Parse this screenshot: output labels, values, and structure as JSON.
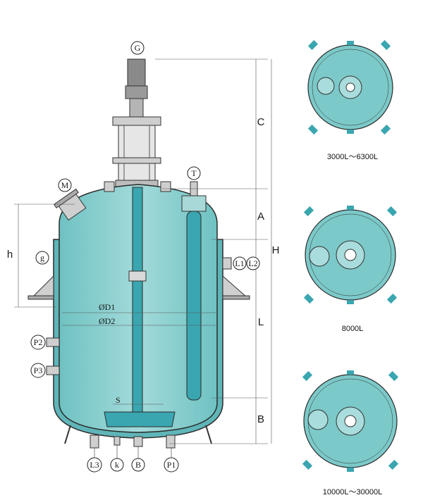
{
  "vessel": {
    "top_motor": "G",
    "manhole": "M",
    "thermometer": "T",
    "sight_glass": "g",
    "level_ports": [
      "L1",
      "L2"
    ],
    "jacket_ports": [
      "P2",
      "P3"
    ],
    "bottom_ports": [
      "L3",
      "k",
      "B",
      "P1"
    ],
    "dimensions": {
      "C": "C",
      "A": "A",
      "L": "L",
      "B": "B",
      "H": "H",
      "h": "h",
      "S": "S",
      "D1": "ØD1",
      "D2": "ØD2"
    }
  },
  "top_views": [
    {
      "caption": "3000L～6300L"
    },
    {
      "caption": "8000L"
    },
    {
      "caption": "10000L～30000L"
    }
  ],
  "colors": {
    "fill": "#7cc9c9",
    "fill_light": "#a9dcdc",
    "nozzle": "#3aa6b0",
    "line": "#2a2a2a"
  }
}
